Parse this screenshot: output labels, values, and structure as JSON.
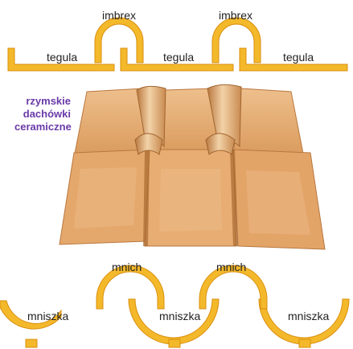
{
  "diagram": {
    "top_profile": {
      "top_labels": [
        "imbrex",
        "imbrex"
      ],
      "bottom_labels": [
        "tegula",
        "tegula",
        "tegula"
      ]
    },
    "caption_lines": [
      "rzymskie",
      "dachówki",
      "ceramiczne"
    ],
    "bottom_profile": {
      "top_labels": [
        "mnich",
        "mnich"
      ],
      "bottom_labels": [
        "mniszka",
        "mniszka",
        "mniszka"
      ]
    }
  },
  "colors": {
    "profile_fill": "#f4b92b",
    "profile_stroke": "#d98f0e",
    "caption": "#6a3aa8",
    "tile_base": "#e2a46a",
    "tile_light": "#eebf8c",
    "tile_dark": "#b9773e"
  }
}
